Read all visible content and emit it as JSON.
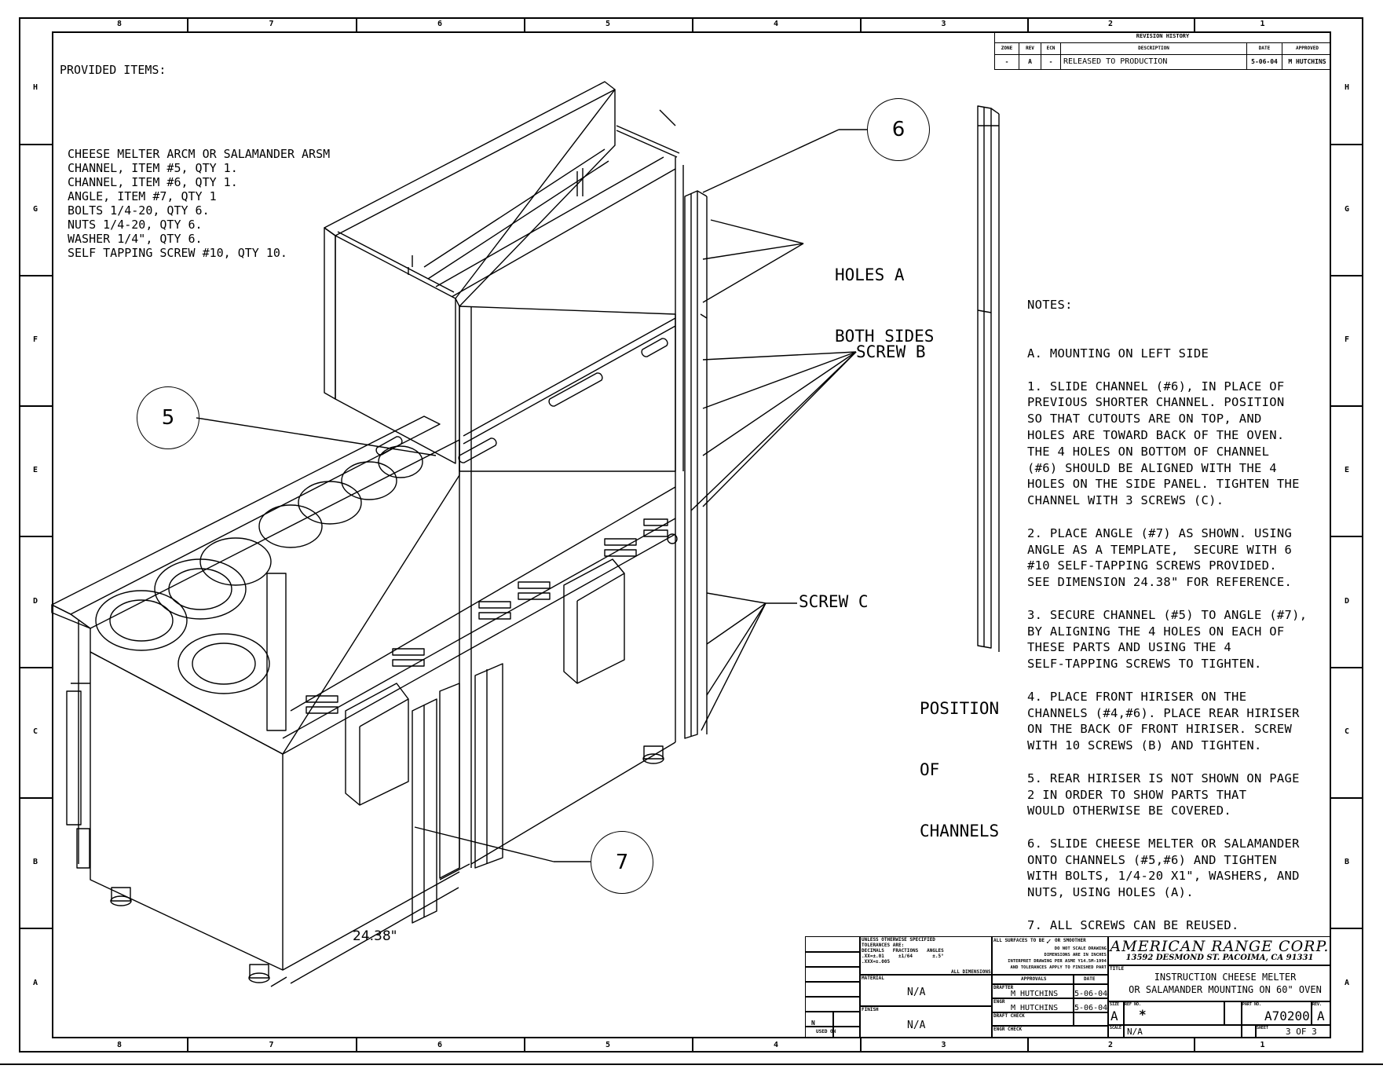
{
  "zones": {
    "columns": [
      "8",
      "7",
      "6",
      "5",
      "4",
      "3",
      "2",
      "1"
    ],
    "rows": [
      "H",
      "G",
      "F",
      "E",
      "D",
      "C",
      "B",
      "A"
    ]
  },
  "provided_items": {
    "heading": "PROVIDED ITEMS:",
    "lines": [
      "CHEESE MELTER ARCM OR SALAMANDER ARSM",
      "CHANNEL, ITEM #5, QTY 1.",
      "CHANNEL, ITEM #6, QTY 1.",
      "ANGLE, ITEM #7, QTY 1",
      "BOLTS 1/4-20, QTY 6.",
      "NUTS 1/4-20, QTY 6.",
      "WASHER 1/4\", QTY 6.",
      "SELF TAPPING SCREW #10, QTY 10."
    ]
  },
  "revision_history": {
    "title": "REVISION HISTORY",
    "headers": [
      "ZONE",
      "REV",
      "ECN",
      "DESCRIPTION",
      "DATE",
      "APPROVED"
    ],
    "rows": [
      [
        "-",
        "A",
        "-",
        "RELEASED TO PRODUCTION",
        "5-06-04",
        "M HUTCHINS"
      ]
    ]
  },
  "labels": {
    "holes_a": [
      "HOLES A",
      "BOTH SIDES"
    ],
    "screw_b": "SCREW B",
    "screw_c": "SCREW C",
    "position": [
      "POSITION",
      "OF",
      "CHANNELS"
    ],
    "dimension": "24.38\""
  },
  "callouts": [
    "6",
    "5",
    "7"
  ],
  "notes": {
    "heading": "NOTES:",
    "lines": [
      "A. MOUNTING ON LEFT SIDE",
      "",
      "1. SLIDE CHANNEL (#6), IN PLACE OF",
      "PREVIOUS SHORTER CHANNEL. POSITION",
      "SO THAT CUTOUTS ARE ON TOP, AND",
      "HOLES ARE TOWARD BACK OF THE OVEN.",
      "THE 4 HOLES ON BOTTOM OF CHANNEL",
      "(#6) SHOULD BE ALIGNED WITH THE 4",
      "HOLES ON THE SIDE PANEL. TIGHTEN THE",
      "CHANNEL WITH 3 SCREWS (C).",
      "",
      "2. PLACE ANGLE (#7) AS SHOWN. USING",
      "ANGLE AS A TEMPLATE,  SECURE WITH 6",
      "#10 SELF-TAPPING SCREWS PROVIDED.",
      "SEE DIMENSION 24.38\" FOR REFERENCE.",
      "",
      "3. SECURE CHANNEL (#5) TO ANGLE (#7),",
      "BY ALIGNING THE 4 HOLES ON EACH OF",
      "THESE PARTS AND USING THE 4",
      "SELF-TAPPING SCREWS TO TIGHTEN.",
      "",
      "4. PLACE FRONT HIRISER ON THE",
      "CHANNELS (#4,#6). PLACE REAR HIRISER",
      "ON THE BACK OF FRONT HIRISER. SCREW",
      "WITH 10 SCREWS (B) AND TIGHTEN.",
      "",
      "5. REAR HIRISER IS NOT SHOWN ON PAGE",
      "2 IN ORDER TO SHOW PARTS THAT",
      "WOULD OTHERWISE BE COVERED.",
      "",
      "6. SLIDE CHEESE MELTER OR SALAMANDER",
      "ONTO CHANNELS (#5,#6) AND TIGHTEN",
      "WITH BOLTS, 1/4-20 X1\", WASHERS, AND",
      "NUTS, USING HOLES (A).",
      "",
      "7. ALL SCREWS CAN BE REUSED."
    ]
  },
  "title_block": {
    "tolerances": [
      "UNLESS OTHERWISE SPECIFIED",
      "TOLERANCES ARE:",
      "DECIMALS   FRACTIONS   ANGLES",
      ".XX=±.01     ±1/64       ±.5°",
      ".XXX=±.005"
    ],
    "all_dims": "ALL DIMENSIONS",
    "surface": "ALL SURFACES TO BE",
    "surface_smoother": "OR SMOOTHER",
    "no_scale": [
      "DO NOT SCALE DRAWING",
      "DIMENSIONS ARE IN INCHES",
      "INTERPRET DRAWING PER ASME Y14.5M-1994",
      "AND TOLERANCES APPLY TO FINISHED PART"
    ],
    "material_label": "MATERIAL",
    "material": "N/A",
    "finish_label": "FINISH",
    "finish": "N/A",
    "used_on": "USED ON",
    "next_assy": "N",
    "approvals": "APPROVALS",
    "date_label": "DATE",
    "drafter_label": "DRAFTER",
    "drafter": "M HUTCHINS",
    "drafter_date": "5-06-04",
    "engr_label": "ENGR",
    "engr": "M HUTCHINS",
    "engr_date": "5-06-04",
    "draft_check": "DRAFT CHECK",
    "engr_check": "ENGR CHECK",
    "company": "AMERICAN RANGE CORP.",
    "address": "13592 DESMOND ST. PACOIMA, CA 91331",
    "title_label": "TITLE",
    "title_lines": [
      "INSTRUCTION CHEESE MELTER",
      "OR SALAMANDER MOUNTING ON 60\" OVEN"
    ],
    "size_label": "SIZE",
    "size": "A",
    "ref_label": "REF NO.",
    "ref": "*",
    "part_label": "PART NO.",
    "part_no": "A70200",
    "rev_label": "REV.",
    "rev": "A",
    "scale_label": "SCALE",
    "scale": "N/A",
    "sheet_label": "SHEET",
    "sheet": "3 OF 3"
  }
}
